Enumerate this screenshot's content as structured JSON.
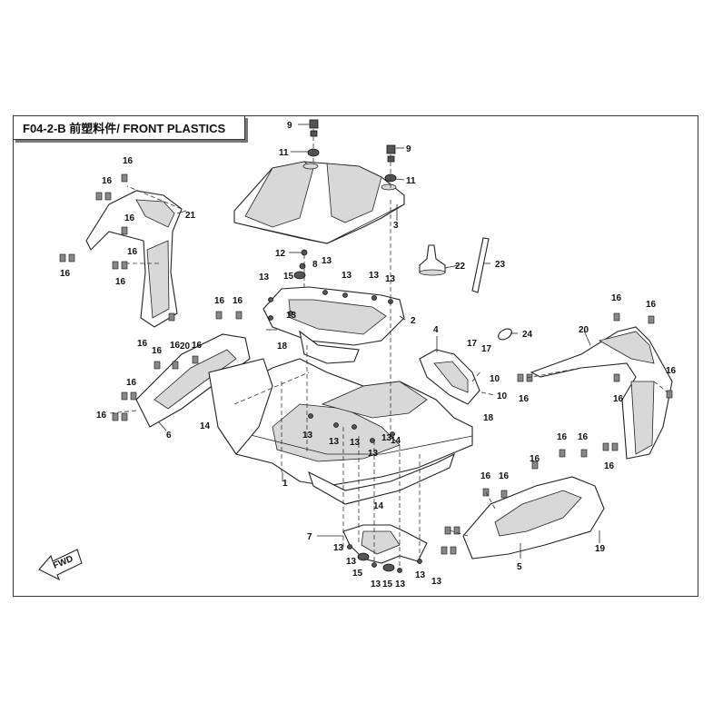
{
  "title": "F04-2-B 前塑料件/ FRONT PLASTICS",
  "fwd_label": "FWD",
  "callouts": [
    {
      "id": "c1",
      "text": "1"
    },
    {
      "id": "c2",
      "text": "2"
    },
    {
      "id": "c3",
      "text": "3"
    },
    {
      "id": "c4",
      "text": "4"
    },
    {
      "id": "c5",
      "text": "5"
    },
    {
      "id": "c6",
      "text": "6"
    },
    {
      "id": "c7",
      "text": "7"
    },
    {
      "id": "c8",
      "text": "8"
    },
    {
      "id": "c9a",
      "text": "9"
    },
    {
      "id": "c9b",
      "text": "9"
    },
    {
      "id": "c10a",
      "text": "10"
    },
    {
      "id": "c10b",
      "text": "10"
    },
    {
      "id": "c11a",
      "text": "11"
    },
    {
      "id": "c11b",
      "text": "11"
    },
    {
      "id": "c12",
      "text": "12"
    },
    {
      "id": "c13a",
      "text": "13"
    },
    {
      "id": "c13b",
      "text": "13"
    },
    {
      "id": "c13c",
      "text": "13"
    },
    {
      "id": "c13d",
      "text": "13"
    },
    {
      "id": "c13e",
      "text": "13"
    },
    {
      "id": "c13f",
      "text": "13"
    },
    {
      "id": "c13g",
      "text": "13"
    },
    {
      "id": "c13h",
      "text": "13"
    },
    {
      "id": "c13i",
      "text": "13"
    },
    {
      "id": "c13j",
      "text": "13"
    },
    {
      "id": "c13k",
      "text": "13"
    },
    {
      "id": "c13l",
      "text": "13"
    },
    {
      "id": "c13m",
      "text": "13"
    },
    {
      "id": "c13n",
      "text": "13"
    },
    {
      "id": "c13o",
      "text": "13"
    },
    {
      "id": "c13p",
      "text": "13"
    },
    {
      "id": "c13q",
      "text": "13"
    },
    {
      "id": "c14a",
      "text": "14"
    },
    {
      "id": "c14b",
      "text": "14"
    },
    {
      "id": "c14c",
      "text": "14"
    },
    {
      "id": "c15a",
      "text": "15"
    },
    {
      "id": "c15b",
      "text": "15"
    },
    {
      "id": "c15c",
      "text": "15"
    },
    {
      "id": "c16a",
      "text": "16"
    },
    {
      "id": "c16b",
      "text": "16"
    },
    {
      "id": "c16c",
      "text": "16"
    },
    {
      "id": "c16d",
      "text": "16"
    },
    {
      "id": "c16e",
      "text": "16"
    },
    {
      "id": "c16f",
      "text": "16"
    },
    {
      "id": "c16g",
      "text": "16"
    },
    {
      "id": "c16h",
      "text": "16"
    },
    {
      "id": "c16i",
      "text": "16"
    },
    {
      "id": "c16j",
      "text": "16"
    },
    {
      "id": "c16k",
      "text": "16"
    },
    {
      "id": "c16l",
      "text": "16"
    },
    {
      "id": "c16m",
      "text": "16"
    },
    {
      "id": "c16n",
      "text": "16"
    },
    {
      "id": "c16o",
      "text": "16"
    },
    {
      "id": "c16p",
      "text": "16"
    },
    {
      "id": "c16q",
      "text": "16"
    },
    {
      "id": "c16r",
      "text": "16"
    },
    {
      "id": "c16s",
      "text": "16"
    },
    {
      "id": "c16t",
      "text": "16"
    },
    {
      "id": "c16u",
      "text": "16"
    },
    {
      "id": "c16v",
      "text": "16"
    },
    {
      "id": "c16w",
      "text": "16"
    },
    {
      "id": "c16x",
      "text": "16"
    },
    {
      "id": "c16y",
      "text": "16"
    },
    {
      "id": "c17a",
      "text": "17"
    },
    {
      "id": "c17b",
      "text": "17"
    },
    {
      "id": "c18a",
      "text": "18"
    },
    {
      "id": "c18b",
      "text": "18"
    },
    {
      "id": "c19",
      "text": "19"
    },
    {
      "id": "c20a",
      "text": "20"
    },
    {
      "id": "c20b",
      "text": "20"
    },
    {
      "id": "c21",
      "text": "21"
    },
    {
      "id": "c22",
      "text": "22"
    },
    {
      "id": "c23",
      "text": "23"
    },
    {
      "id": "c24",
      "text": "24"
    }
  ]
}
